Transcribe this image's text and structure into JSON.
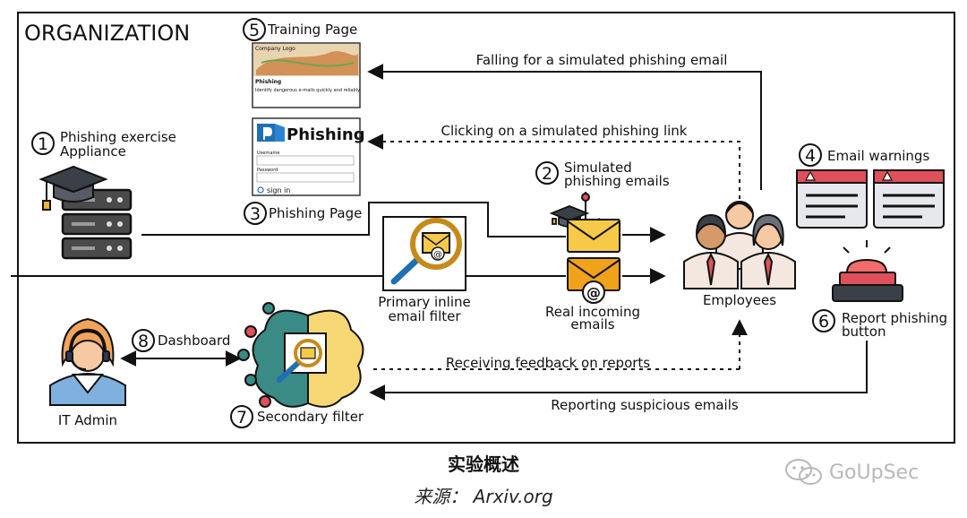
{
  "frame_label": "ORGANIZATION",
  "steps": {
    "s1": {
      "num": "1",
      "line1": "Phishing exercise",
      "line2": "Appliance"
    },
    "s2": {
      "num": "2",
      "line1": "Simulated",
      "line2": "phishing emails"
    },
    "s3": {
      "num": "3",
      "label": "Phishing Page"
    },
    "s4": {
      "num": "4",
      "label": "Email warnings"
    },
    "s5": {
      "num": "5",
      "label": "Training Page"
    },
    "s6": {
      "num": "6",
      "line1": "Report phishing",
      "line2": "button"
    },
    "s7": {
      "num": "7",
      "label": "Secondary filter"
    },
    "s8": {
      "num": "8",
      "label": "Dashboard"
    }
  },
  "nodes": {
    "employees": "Employees",
    "it_admin": "IT Admin",
    "primary_filter_line1": "Primary inline",
    "primary_filter_line2": "email filter",
    "real_emails_line1": "Real incoming",
    "real_emails_line2": "emails"
  },
  "arrows": {
    "falling": "Falling for a simulated phishing email",
    "clicking": "Clicking on a simulated phishing link",
    "feedback": "Receiving feedback on reports",
    "reporting": "Reporting suspicious emails"
  },
  "training_page": {
    "banner": "Company Logo",
    "heading": "Phishing",
    "body": "Identify dangerous e-mails quickly and reliably"
  },
  "phishing_page": {
    "title": "Phishing",
    "field1": "Username",
    "field2": "Password",
    "link": "sign in"
  },
  "caption": {
    "title": "实验概述",
    "source": "来源： Arxiv.org"
  },
  "watermark": "GoUpSec",
  "colors": {
    "mail_yellow": "#f7c948",
    "mail_orange": "#f0a21a",
    "warning_red": "#e0505a",
    "skin_orange": "#f3a45c",
    "navy": "#2b3a55",
    "brain_yellow": "#f7d774",
    "brain_teal": "#3a8a86",
    "phishing_blue": "#1f6fb2"
  }
}
